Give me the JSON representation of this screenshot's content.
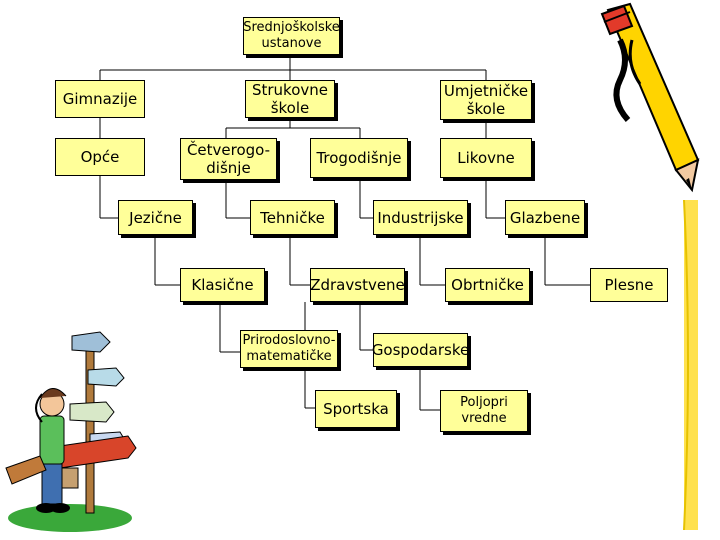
{
  "colors": {
    "box_fill": "#ffff99",
    "box_border": "#000000",
    "line": "#000000"
  },
  "diagram": {
    "root": "Srednjoškolske\nustanove",
    "level1": {
      "gimnazije": "Gimnazije",
      "strukovne": "Strukovne\nškole",
      "umjetnicke": "Umjetničke\nškole"
    },
    "gimnazije_types": {
      "opce": "Opće",
      "jezicne": "Jezične",
      "klasicne": "Klasične",
      "prirodoslovno": "Prirodoslovno-\nmatematičke"
    },
    "strukovne_types": {
      "cetverogodisnje": "Četverogo-\ndišnje",
      "tehnicke": "Tehničke",
      "zdravstvene": "Zdravstvene",
      "sportska": "Sportska",
      "trogodisnje": "Trogodišnje",
      "industrijske": "Industrijske",
      "obrtnicke": "Obrtničke",
      "gospodarske": "Gospodarske",
      "poljoprivredne": "Poljopri\nvredne"
    },
    "umjetnicke_types": {
      "likovne": "Likovne",
      "glazbene": "Glazbene",
      "plesne": "Plesne"
    }
  },
  "decorations": {
    "pencil": "pencil-clipart",
    "person": "signpost-person-clipart"
  }
}
